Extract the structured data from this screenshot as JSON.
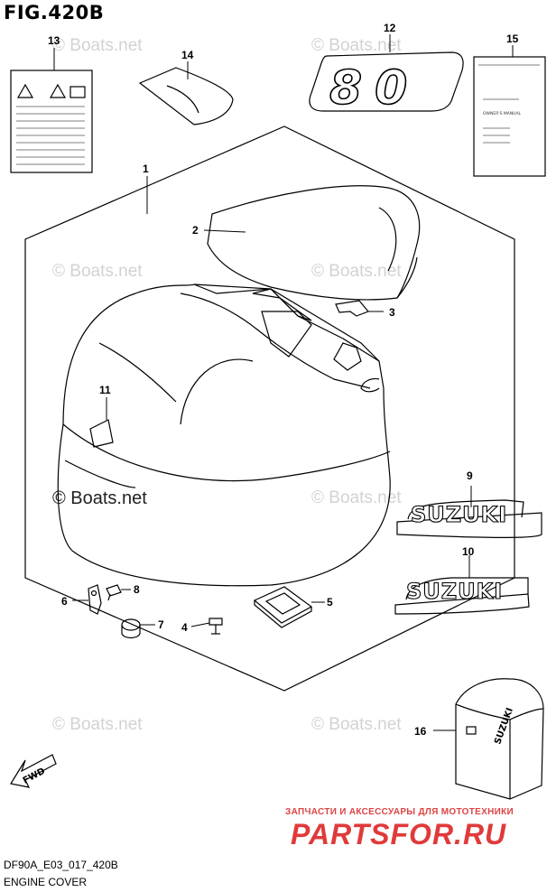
{
  "figure": {
    "title": "FIG.420B",
    "code": "DF90A_E03_017_420B",
    "name": "ENGINE COVER"
  },
  "watermark": "© Boats.net",
  "shop": {
    "tagline": "ЗАПЧАСТИ И АКСЕССУАРЫ ДЛЯ МОТОТЕХНИКИ",
    "brand": "PARTSFOR.RU",
    "color": "#e03a3a"
  },
  "decals": {
    "hp_badge": "80",
    "brand_name": "SUZUKI",
    "manual_title": "OWNER'S MANUAL"
  },
  "callouts": {
    "c1": "1",
    "c2": "2",
    "c3": "3",
    "c4": "4",
    "c5": "5",
    "c6": "6",
    "c7": "7",
    "c8": "8",
    "c9": "9",
    "c10": "10",
    "c11": "11",
    "c12": "12",
    "c13": "13",
    "c14": "14",
    "c15": "15",
    "c16": "16"
  },
  "fwd_label": "FWD"
}
